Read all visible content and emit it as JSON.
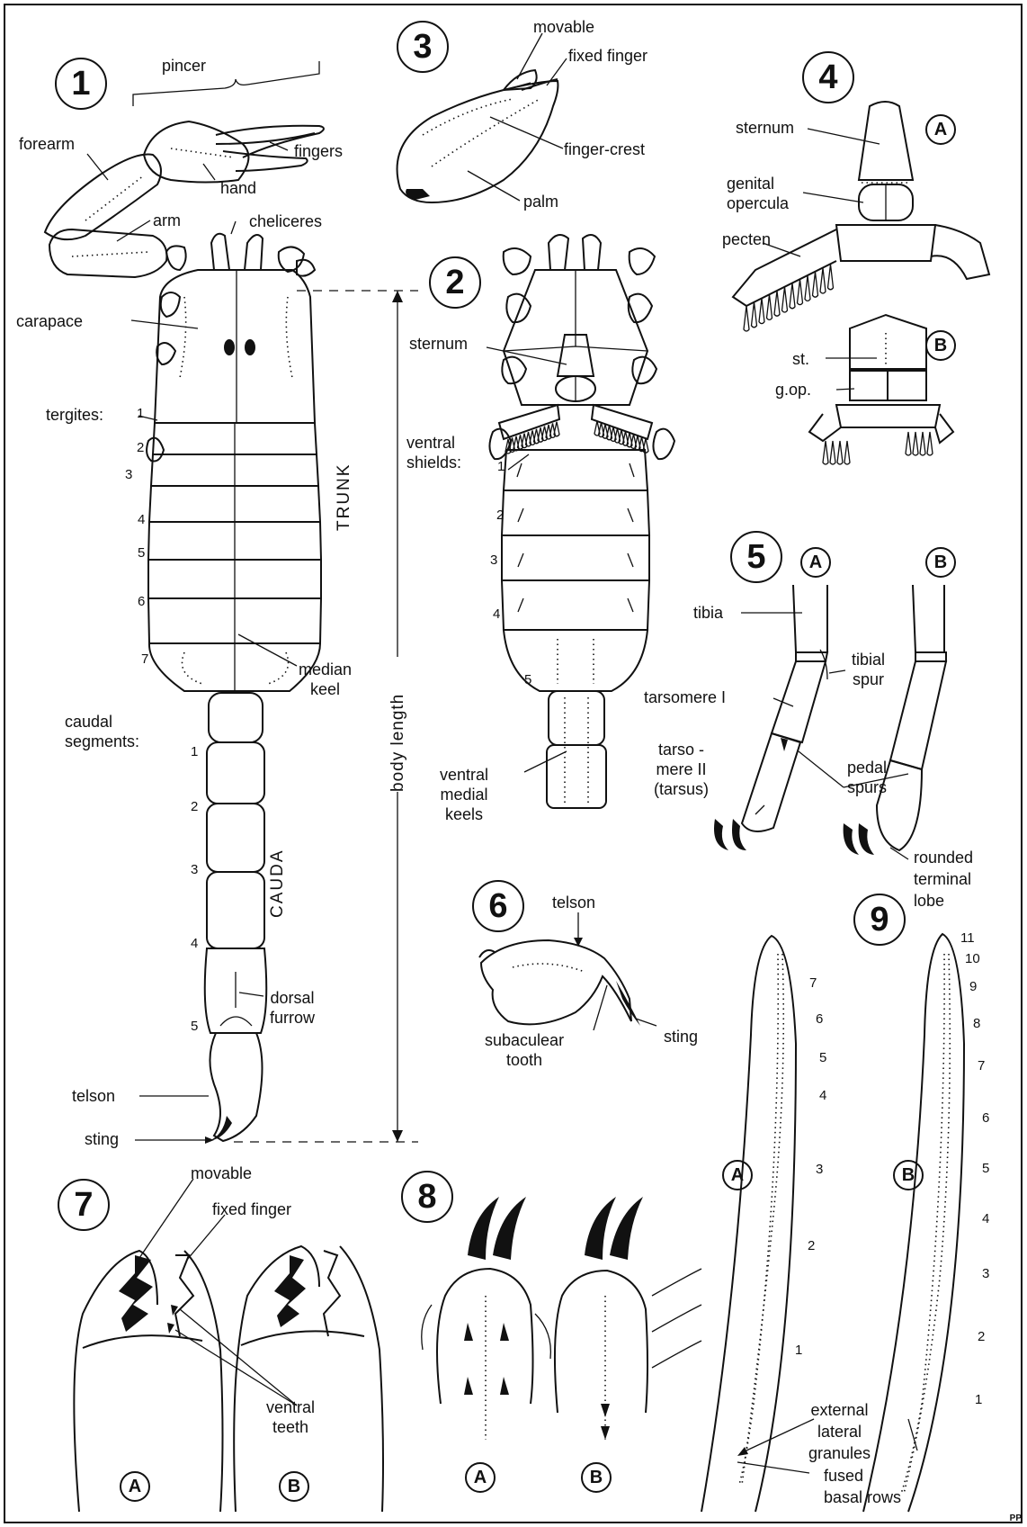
{
  "figures": {
    "1": "1",
    "2": "2",
    "3": "3",
    "4": "4",
    "5": "5",
    "6": "6",
    "7": "7",
    "8": "8",
    "9": "9"
  },
  "panels": {
    "a": "A",
    "b": "B"
  },
  "fig1": {
    "pincer": "pincer",
    "forearm": "forearm",
    "fingers": "fingers",
    "hand": "hand",
    "arm": "arm",
    "cheliceres": "cheliceres",
    "carapace": "carapace",
    "tergites": "tergites:",
    "tergite_numbers": [
      "1",
      "2",
      "3",
      "4",
      "5",
      "6",
      "7"
    ],
    "trunk": "TRUNK",
    "median_keel": [
      "median",
      "keel"
    ],
    "caudal_segments": [
      "caudal",
      "segments:"
    ],
    "caudal_numbers": [
      "1",
      "2",
      "3",
      "4",
      "5"
    ],
    "cauda": "CAUDA",
    "dorsal_furrow": [
      "dorsal",
      "furrow"
    ],
    "telson": "telson",
    "sting": "sting",
    "body_length": "body   length"
  },
  "fig2": {
    "sternum": "sternum",
    "ventral_shields": [
      "ventral",
      "shields:"
    ],
    "shield_numbers": [
      "1",
      "2",
      "3",
      "4",
      "5"
    ],
    "ventral_medial_keels": [
      "ventral",
      "medial",
      "keels"
    ]
  },
  "fig3": {
    "movable": "movable",
    "fixed_finger": "fixed finger",
    "finger_crest": "finger-crest",
    "palm": "palm"
  },
  "fig4": {
    "sternum": "sternum",
    "genital_opercula": [
      "genital",
      "opercula"
    ],
    "pecten": "pecten",
    "st": "st.",
    "g_op": "g.op."
  },
  "fig5": {
    "tibia": "tibia",
    "tibial_spur": [
      "tibial",
      "spur"
    ],
    "tarsomere_1": "tarsomere I",
    "tarsomere_2": [
      "tarso -",
      "mere II",
      "(tarsus)"
    ],
    "pedal_spurs": [
      "pedal",
      "spurs"
    ],
    "rounded_terminal_lobe": [
      "rounded",
      "terminal",
      "lobe"
    ]
  },
  "fig6": {
    "telson": "telson",
    "sting": "sting",
    "subaculear_tooth": [
      "subaculear",
      "tooth"
    ]
  },
  "fig7": {
    "movable": "movable",
    "fixed_finger": "fixed  finger",
    "ventral_teeth": [
      "ventral",
      "teeth"
    ]
  },
  "fig9": {
    "a_numbers": [
      "7",
      "6",
      "5",
      "4",
      "3",
      "2",
      "1"
    ],
    "b_numbers": [
      "11",
      "10",
      "9",
      "8",
      "7",
      "6",
      "5",
      "4",
      "3",
      "2",
      "1"
    ],
    "external_lateral_granules": [
      "external",
      "lateral",
      "granules"
    ],
    "fused_basal_rows": [
      "fused",
      "basal rows"
    ]
  },
  "corner": "PP"
}
